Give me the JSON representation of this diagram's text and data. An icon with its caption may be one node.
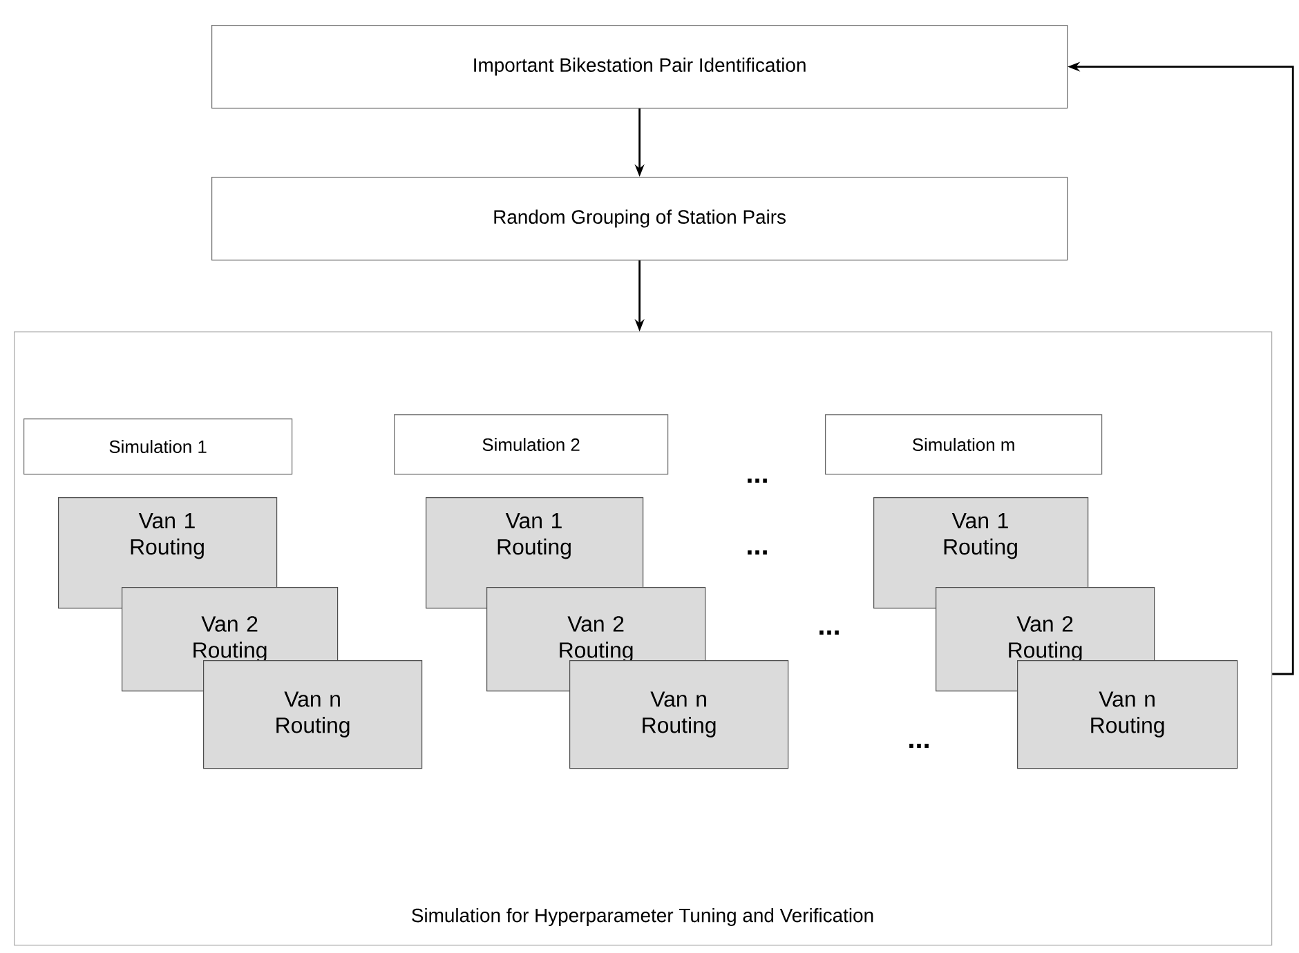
{
  "diagram": {
    "nodes": [
      {
        "text": [
          "Important Bikestation Pair Identification"
        ]
      },
      {
        "text": [
          "Random Grouping of Station Pairs"
        ]
      },
      {
        "text": [
          "Simulation for Hyperparameter Tuning and Verification"
        ]
      },
      {
        "text": [
          "Simulation 1"
        ],
        "in": 2
      },
      {
        "text": [
          "Van 1 Routing"
        ],
        "in": 2
      },
      {
        "text": [
          "Van 2 Routing"
        ],
        "in": 2
      },
      {
        "text": [
          "Van n Routing"
        ],
        "in": 2
      },
      {
        "text": [
          "Simulation 2"
        ],
        "in": 2
      },
      {
        "text": [
          "Van 1 Routing"
        ],
        "in": 2
      },
      {
        "text": [
          "Van 2 Routing"
        ],
        "in": 2
      },
      {
        "text": [
          "Van n Routing"
        ],
        "in": 2
      },
      {
        "text": [
          "Simulation m"
        ],
        "in": 2
      },
      {
        "text": [
          "Van 1 Routing"
        ],
        "in": 2
      },
      {
        "text": [
          "Van 2 Routing"
        ],
        "in": 2
      },
      {
        "text": [
          "Van n Routing"
        ],
        "in": 2
      }
    ],
    "edges": [
      {
        "from": 0,
        "to": 1,
        "arrow": "to"
      },
      {
        "from": 1,
        "to": 2,
        "arrow": "to"
      },
      {
        "from": 2,
        "to": 0,
        "arrow": "to"
      }
    ],
    "labels": [
      "...",
      "...",
      "...",
      "..."
    ]
  }
}
